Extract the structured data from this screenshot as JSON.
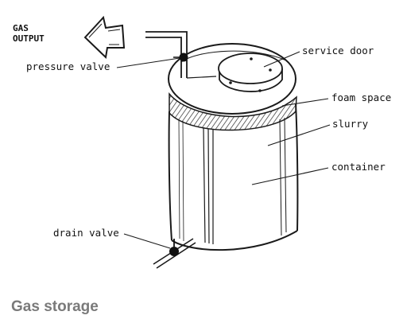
{
  "diagram": {
    "labels": {
      "gas_output_line1": "GAS",
      "gas_output_line2": "OUTPUT",
      "pressure_valve": "pressure valve",
      "service_door": "service door",
      "foam_space": "foam space",
      "slurry": "slurry",
      "container": "container",
      "drain_valve": "drain valve"
    }
  },
  "caption": "Gas storage"
}
